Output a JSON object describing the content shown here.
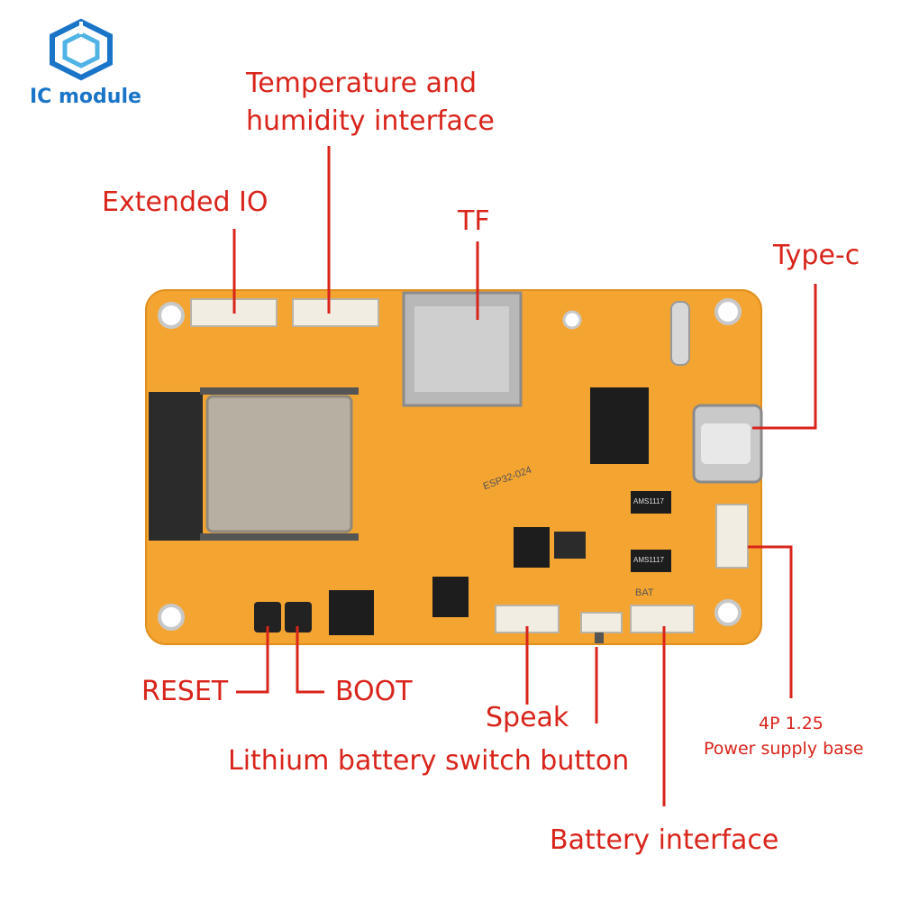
{
  "brand": {
    "name": "IC module",
    "logo_icon": "hexagon-logo-icon",
    "color": "#1a75c8"
  },
  "labels": {
    "temp_humidity_line1": "Temperature and",
    "temp_humidity_line2": "humidity interface",
    "extended_io": "Extended IO",
    "tf": "TF",
    "type_c": "Type-c",
    "reset": "RESET",
    "boot": "BOOT",
    "speak": "Speak",
    "lithium_switch": "Lithium battery switch button",
    "power_base_line1": "4P 1.25",
    "power_base_line2": "Power supply base",
    "battery_interface": "Battery interface"
  },
  "board_text": {
    "chip_text": "ESP32-024",
    "bat_text": "BAT",
    "ams_1": "AMS1117",
    "ams_2": "AMS1117"
  },
  "colors": {
    "label_red": "#d9241b",
    "board_orange": "#f4a531",
    "module_silver": "#b7b0a2",
    "chip_black": "#1d1d1d"
  }
}
